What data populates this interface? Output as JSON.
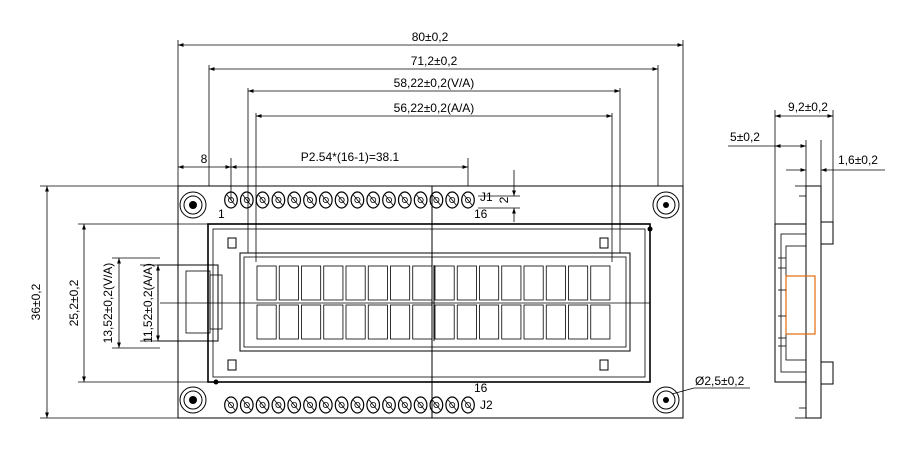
{
  "front_view": {
    "dim_overall_width": "80±0,2",
    "dim_hole_pitch": "71,2±0,2",
    "dim_view_area_width": "58,22±0,2(V/A)",
    "dim_active_area_width": "56,22±0,2(A/A)",
    "dim_pin_offset": "8",
    "dim_pin_pitch": "P2.54*(16-1)=38.1",
    "dim_pin_row_height": "2",
    "dim_overall_height": "36±0,2",
    "dim_bezel_height": "25,2±0,2",
    "dim_view_area_height": "13,52±0,2(V/A)",
    "dim_active_area_height": "11,52±0,2(A/A)",
    "dim_hole_diameter": "Ø2,5±0,2",
    "connector_top": "J1",
    "connector_bottom": "J2",
    "pin_first": "1",
    "pin_last": "16",
    "pin_last_j2": "16"
  },
  "side_view": {
    "dim_total_thickness": "9,2±0,2",
    "dim_pcb_offset": "5±0,2",
    "dim_pcb_thickness": "1,6±0,2"
  },
  "colors": {
    "line": "#000000",
    "highlight": "#e36c0a"
  }
}
